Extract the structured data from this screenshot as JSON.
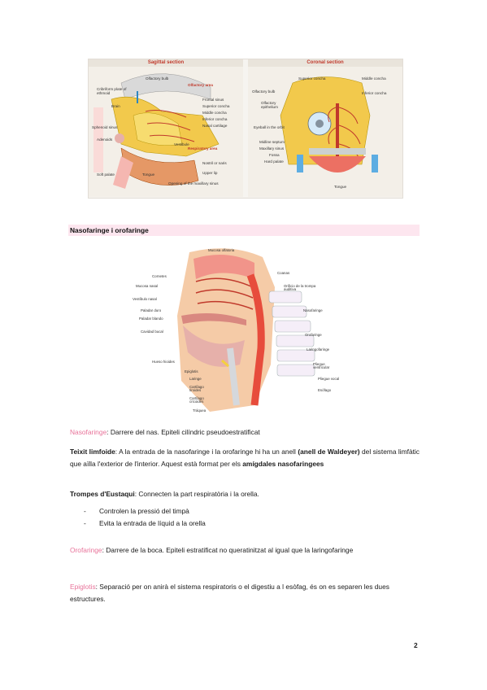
{
  "figure1": {
    "sagittal": {
      "title": "Sagittal section",
      "labels": [
        "Olfactory bulb",
        "Cribriform plate of ethmoid",
        "Brain",
        "Sphenoid sinus",
        "Adenoids",
        "Soft palate",
        "Tongue",
        "Opening of the maxillary sinus",
        "Upper lip",
        "Nostril or naris",
        "Vestibule",
        "Frontal sinus",
        "Superior concha",
        "Middle concha",
        "Inferior concha",
        "Nasal cartilage"
      ],
      "area_labels": [
        "Olfactory area",
        "Respiratory area"
      ]
    },
    "coronal": {
      "title": "Coronal section",
      "labels": [
        "Olfactory bulb",
        "Olfactory epithelium",
        "Eyeball in the orbit",
        "Midline septum",
        "Maxillary sinus",
        "Fossa",
        "Hard palate",
        "Tongue",
        "Superior concha",
        "Middle concha",
        "Inferior concha"
      ]
    }
  },
  "section_heading": "Nasofaringe i orofaringe",
  "figure2": {
    "labels": [
      "Mucosa olfatoria",
      "Cornetes",
      "Mucosa nasal",
      "Vestíbulo nasal",
      "Paladar duro",
      "Paladar blando",
      "Cavidad bucal",
      "Hueso hioides",
      "Epiglotis",
      "Laringe",
      "Cartílago tiroides",
      "Cartílago cricoides",
      "Tráquea",
      "Coanas",
      "Orificio de la trompa auditiva",
      "Nasofaringe",
      "Orofaringe",
      "Laringofaringe",
      "Pliegue ventricular",
      "Pliegue vocal",
      "Esófago"
    ]
  },
  "p_nasofaringe": {
    "term": "Nasofaringe",
    "text": ": Darrere del nas. Epiteli cilíndric pseudoestratificat"
  },
  "p_teixit": {
    "term": "Teixit limfoide",
    "text1": ": A la entrada de la nasofaringe i la orofaringe hi ha un anell ",
    "bold1": "(anell de Waldeyer)",
    "text2": " del sistema limfàtic que aïlla l'exterior de l'interior. Aquest està format per els ",
    "bold2": "amígdales nasofaringees"
  },
  "p_trompes": {
    "term": "Trompes d'Eustaqui",
    "text": ": Connecten la part respiratòria i la orella."
  },
  "bullets": [
    {
      "dash": "-",
      "text": "Controlen la pressió del timpà"
    },
    {
      "dash": "-",
      "text": "Evita la entrada de líquid a la orella"
    }
  ],
  "p_orofaringe": {
    "term": "Orofaringe",
    "text": ": Darrere de la boca. Epiteli estratificat no queratinitzat al igual que la laringofaringe"
  },
  "p_epiglotis": {
    "term": "Epiglotis",
    "text": ": Separació per on anirà el sistema respiratoris o el digestiu a l esòfag, és on es separen les dues estructures."
  },
  "page_number": "2",
  "colors": {
    "accent_pink": "#e8739a",
    "band_pink": "#fde6ef",
    "label_red": "#c0392b"
  }
}
